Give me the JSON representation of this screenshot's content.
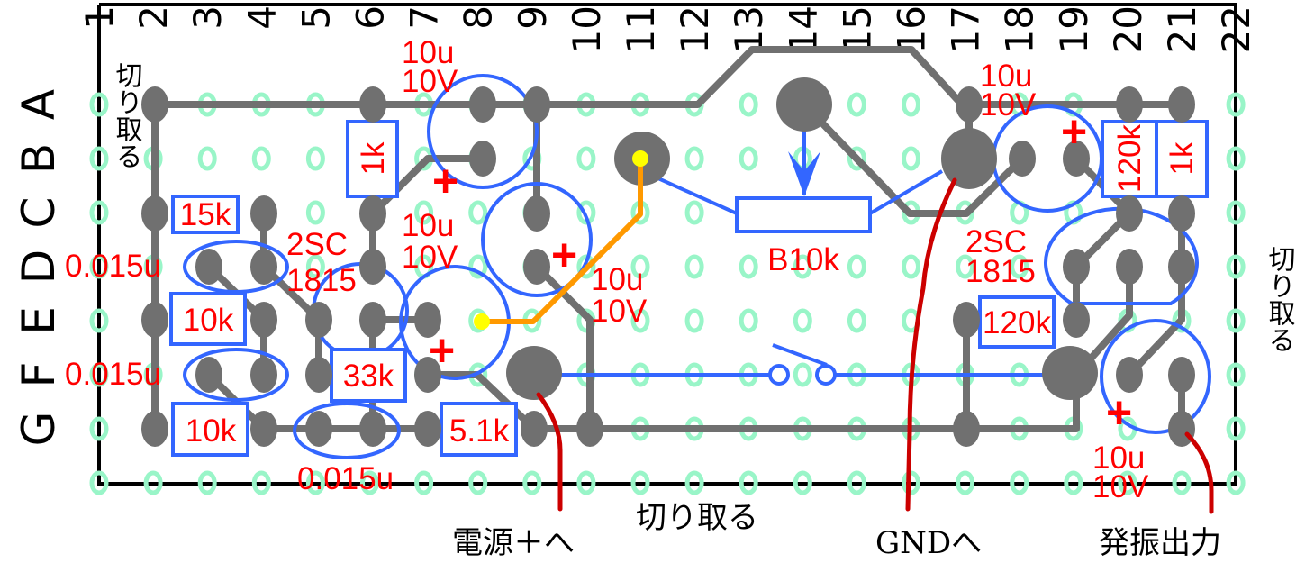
{
  "board": {
    "columns": [
      "1",
      "2",
      "3",
      "4",
      "5",
      "6",
      "7",
      "8",
      "9",
      "10",
      "11",
      "12",
      "13",
      "14",
      "15",
      "16",
      "17",
      "18",
      "19",
      "20",
      "21",
      "22"
    ],
    "rows": [
      "A",
      "B",
      "C",
      "D",
      "E",
      "F",
      "G"
    ],
    "colors": {
      "hole": "#99f5c8",
      "trace": "#707070",
      "component": "#3366ff",
      "label": "#ff0000",
      "lead": "#cc0000",
      "jumper": "#ff9900",
      "pad_highlight": "#ffff00"
    }
  },
  "components": {
    "r_1k_left": "1k",
    "r_15k": "15k",
    "r_10k_e": "10k",
    "r_10k_g": "10k",
    "r_33k": "33k",
    "r_5k1": "5.1k",
    "r_120k_top": "120k",
    "r_1k_right": "1k",
    "r_120k_mid": "120k",
    "pot": "B10k",
    "c_ceramic_d": "0.015u",
    "c_ceramic_f": "0.015u",
    "c_ceramic_g": "0.015u",
    "c1": {
      "cap": "10u",
      "volt": "10V"
    },
    "c2": {
      "cap": "10u",
      "volt": "10V"
    },
    "c3": {
      "cap": "10u",
      "volt": "10V"
    },
    "c4": {
      "cap": "10u",
      "volt": "10V"
    },
    "c5": {
      "cap": "10u",
      "volt": "10V"
    },
    "q_left": {
      "line1": "2SC",
      "line2": "1815"
    },
    "q_right": {
      "line1": "2SC",
      "line2": "1815"
    },
    "plus": "+"
  },
  "annotations": {
    "cut_left": "切り取る",
    "cut_right": "切り取る",
    "cut_bottom": "切り取る",
    "power": "電源＋へ",
    "gnd": "GNDへ",
    "output": "発振出力"
  }
}
